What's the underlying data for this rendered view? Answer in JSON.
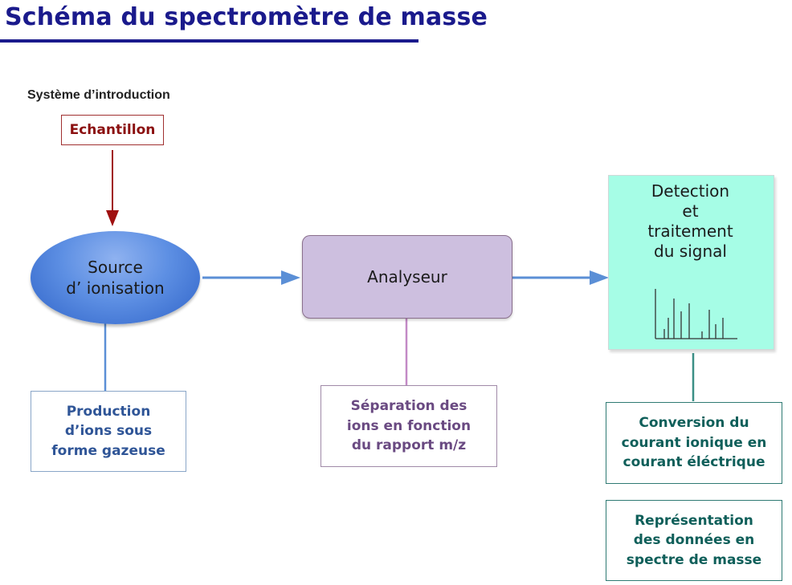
{
  "title": "Schéma du spectromètre de masse",
  "intro_label": "Système d’introduction",
  "sample": "Echantillon",
  "source": {
    "line1": "Source",
    "line2": "d’ ionisation"
  },
  "analyzer": "Analyseur",
  "detector": {
    "line1": "Detection",
    "line2": "et",
    "line3": "traitement",
    "line4": "du signal"
  },
  "production": {
    "line1": "Production",
    "line2": "d’ions sous",
    "line3": "forme gazeuse"
  },
  "separation": {
    "line1": "Séparation des",
    "line2": "ions en fonction",
    "line3": "du rapport m/z"
  },
  "conversion": {
    "line1": "Conversion du",
    "line2": "courant ionique en",
    "line3": "courant éléctrique"
  },
  "representation": {
    "line1": "Représentation",
    "line2": "des données en",
    "line3": "spectre de masse"
  },
  "colors": {
    "title": "#1a1a8c",
    "sample_arrow": "#a01010",
    "flow_arrow": "#5b8fd6",
    "analyzer_fill": "#cdbfdf",
    "detector_fill": "#a6fde6",
    "teal_text": "#0f5f5a"
  }
}
